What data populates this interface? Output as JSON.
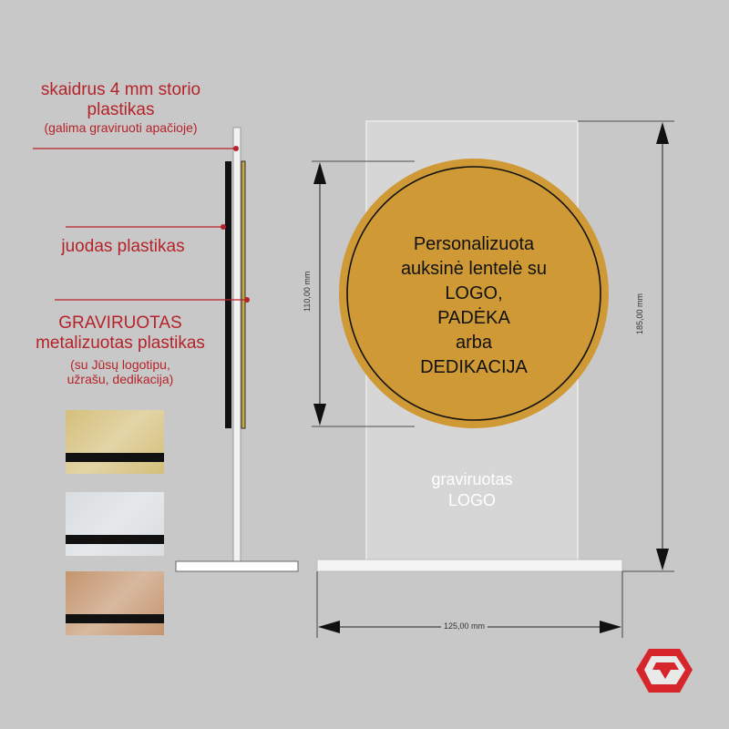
{
  "labels": {
    "clear_plastic_line1": "skaidrus 4 mm storio",
    "clear_plastic_line2": "plastikas",
    "clear_plastic_note": "(galima graviruoti apačioje)",
    "black_plastic": "juodas plastikas",
    "engraved_line1": "GRAVIRUOTAS",
    "engraved_line2": "metalizuotas plastikas",
    "engraved_note_line1": "(su Jūsų logotipu,",
    "engraved_note_line2": "užrašu, dedikacija)"
  },
  "plate_text": {
    "line1": "Personalizuota",
    "line2": "auksinė lentelė su",
    "line3": "LOGO,",
    "line4": "PADĖKA",
    "line5": "arba",
    "line6": "DEDIKACIJA"
  },
  "engraved_logo": {
    "line1": "graviruotas",
    "line2": "LOGO"
  },
  "dimensions": {
    "height": "185,00 mm",
    "circle": "110,00 mm",
    "width": "125,00 mm"
  },
  "swatches": [
    {
      "name": "gold",
      "color": "#d4bf7a"
    },
    {
      "name": "silver",
      "color": "#d9dde0"
    },
    {
      "name": "bronze",
      "color": "#c4956e"
    }
  ],
  "colors": {
    "label_red": "#b5232a",
    "plate_gold": "#cf9a35",
    "background": "#c8c8c8",
    "logo_red": "#d6252b"
  }
}
